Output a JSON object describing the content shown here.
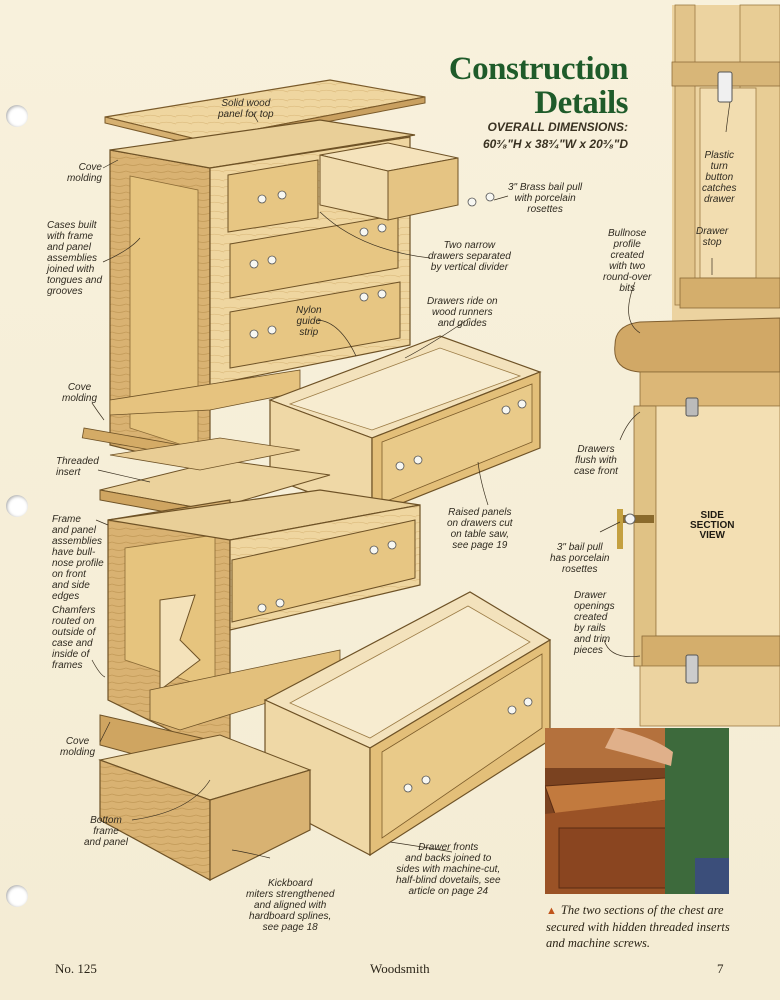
{
  "heading": {
    "title_line1": "Construction",
    "title_line2": "Details",
    "dims_label": "OVERALL DIMENSIONS:",
    "dims_value": "60³⁄₈\"H x 38³⁄₄\"W x 20³⁄₈\"D"
  },
  "callouts": {
    "solid_top": "Solid wood\npanel for top",
    "cove_top": "Cove\nmolding",
    "cases_built": "Cases built\nwith frame\nand panel\nassemblies\njoined with\ntongues and\ngrooves",
    "brass_pull": "3\" Brass bail pull\nwith porcelain\nrosettes",
    "two_narrow": "Two narrow\ndrawers separated\nby vertical divider",
    "nylon": "Nylon\nguide\nstrip",
    "drawers_ride": "Drawers ride on\nwood runners\nand guides",
    "cove_mid": "Cove\nmolding",
    "threaded": "Threaded\ninsert",
    "frame_panel": "Frame\nand panel\nassemblies\nhave bull-\nnose profile\non front\nand side\nedges",
    "raised": "Raised panels\non drawers cut\non table saw,\nsee page 19",
    "chamfers": "Chamfers\nrouted on\noutside of\ncase and\ninside of\nframes",
    "cove_low": "Cove\nmolding",
    "bottom_frame": "Bottom\nframe\nand panel",
    "kickboard": "Kickboard\nmiters strengthened\nand aligned with\nhardboard splines,\nsee page 18",
    "drawer_fronts": "Drawer fronts\nand backs joined to\nsides with machine-cut,\nhalf-blind dovetails, see\narticle on page 24",
    "plastic_turn": "Plastic\nturn\nbutton\ncatches\ndrawer",
    "drawer_stop": "Drawer\nstop",
    "bullnose": "Bullnose\nprofile\ncreated\nwith two\nround-over\nbits",
    "flush": "Drawers\nflush with\ncase front",
    "side_pull": "3\" bail pull\nhas porcelain\nrosettes",
    "openings": "Drawer\nopenings\ncreated\nby rails\nand trim\npieces"
  },
  "side_section_label": "SIDE\nSECTION\nVIEW",
  "caption": "The two sections of the chest are secured with hidden threaded inserts and machine screws.",
  "footer": {
    "issue": "No. 125",
    "magazine": "Woodsmith",
    "page": "7"
  },
  "colors": {
    "title_green": "#1f5b2a",
    "wood_light": "#f0d9a2",
    "wood_mid": "#e2c07c",
    "wood_dark": "#c99a52",
    "caption_triangle": "#c0541a"
  }
}
